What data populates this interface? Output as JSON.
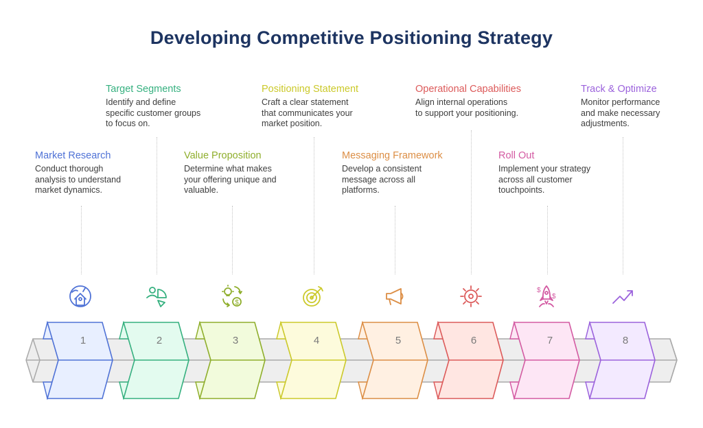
{
  "title": "Developing Competitive Positioning Strategy",
  "colors": {
    "title": "#1d3461",
    "track": "#a9a9a9"
  },
  "steps": [
    {
      "number": "1",
      "title": "Market Research",
      "lines": [
        "Conduct thorough",
        "analysis to understand",
        "market dynamics."
      ],
      "color": "#4f72d6",
      "fill": "#e8efff",
      "icon": "globe-house-icon"
    },
    {
      "number": "2",
      "title": "Target Segments",
      "lines": [
        "Identify and define",
        "specific customer groups",
        "to focus on."
      ],
      "color": "#35b07f",
      "fill": "#e3fbef",
      "icon": "user-pie-icon"
    },
    {
      "number": "3",
      "title": "Value Proposition",
      "lines": [
        "Determine what makes",
        "your offering unique and",
        "valuable."
      ],
      "color": "#8fae2c",
      "fill": "#f2fbdc",
      "icon": "idea-money-cycle-icon"
    },
    {
      "number": "4",
      "title": "Positioning Statement",
      "lines": [
        "Craft a clear statement",
        "that communicates your",
        "market position."
      ],
      "color": "#cbc92a",
      "fill": "#fdfbdc",
      "icon": "target-arrow-icon"
    },
    {
      "number": "5",
      "title": "Messaging Framework",
      "lines": [
        "Develop a consistent",
        "message across all",
        "platforms."
      ],
      "color": "#dc8e45",
      "fill": "#fff0e2",
      "icon": "megaphone-icon"
    },
    {
      "number": "6",
      "title": "Operational Capabilities",
      "lines": [
        "Align internal operations",
        "to support your positioning."
      ],
      "color": "#dc5a5a",
      "fill": "#ffe6e2",
      "icon": "gear-icon"
    },
    {
      "number": "7",
      "title": "Roll Out",
      "lines": [
        "Implement your strategy",
        "across all customer",
        "touchpoints."
      ],
      "color": "#d35aa2",
      "fill": "#fde6f5",
      "icon": "rocket-money-icon"
    },
    {
      "number": "8",
      "title": "Track & Optimize",
      "lines": [
        "Monitor performance",
        "and make necessary",
        "adjustments."
      ],
      "color": "#9b62dc",
      "fill": "#f3eaff",
      "icon": "trend-up-icon"
    }
  ]
}
